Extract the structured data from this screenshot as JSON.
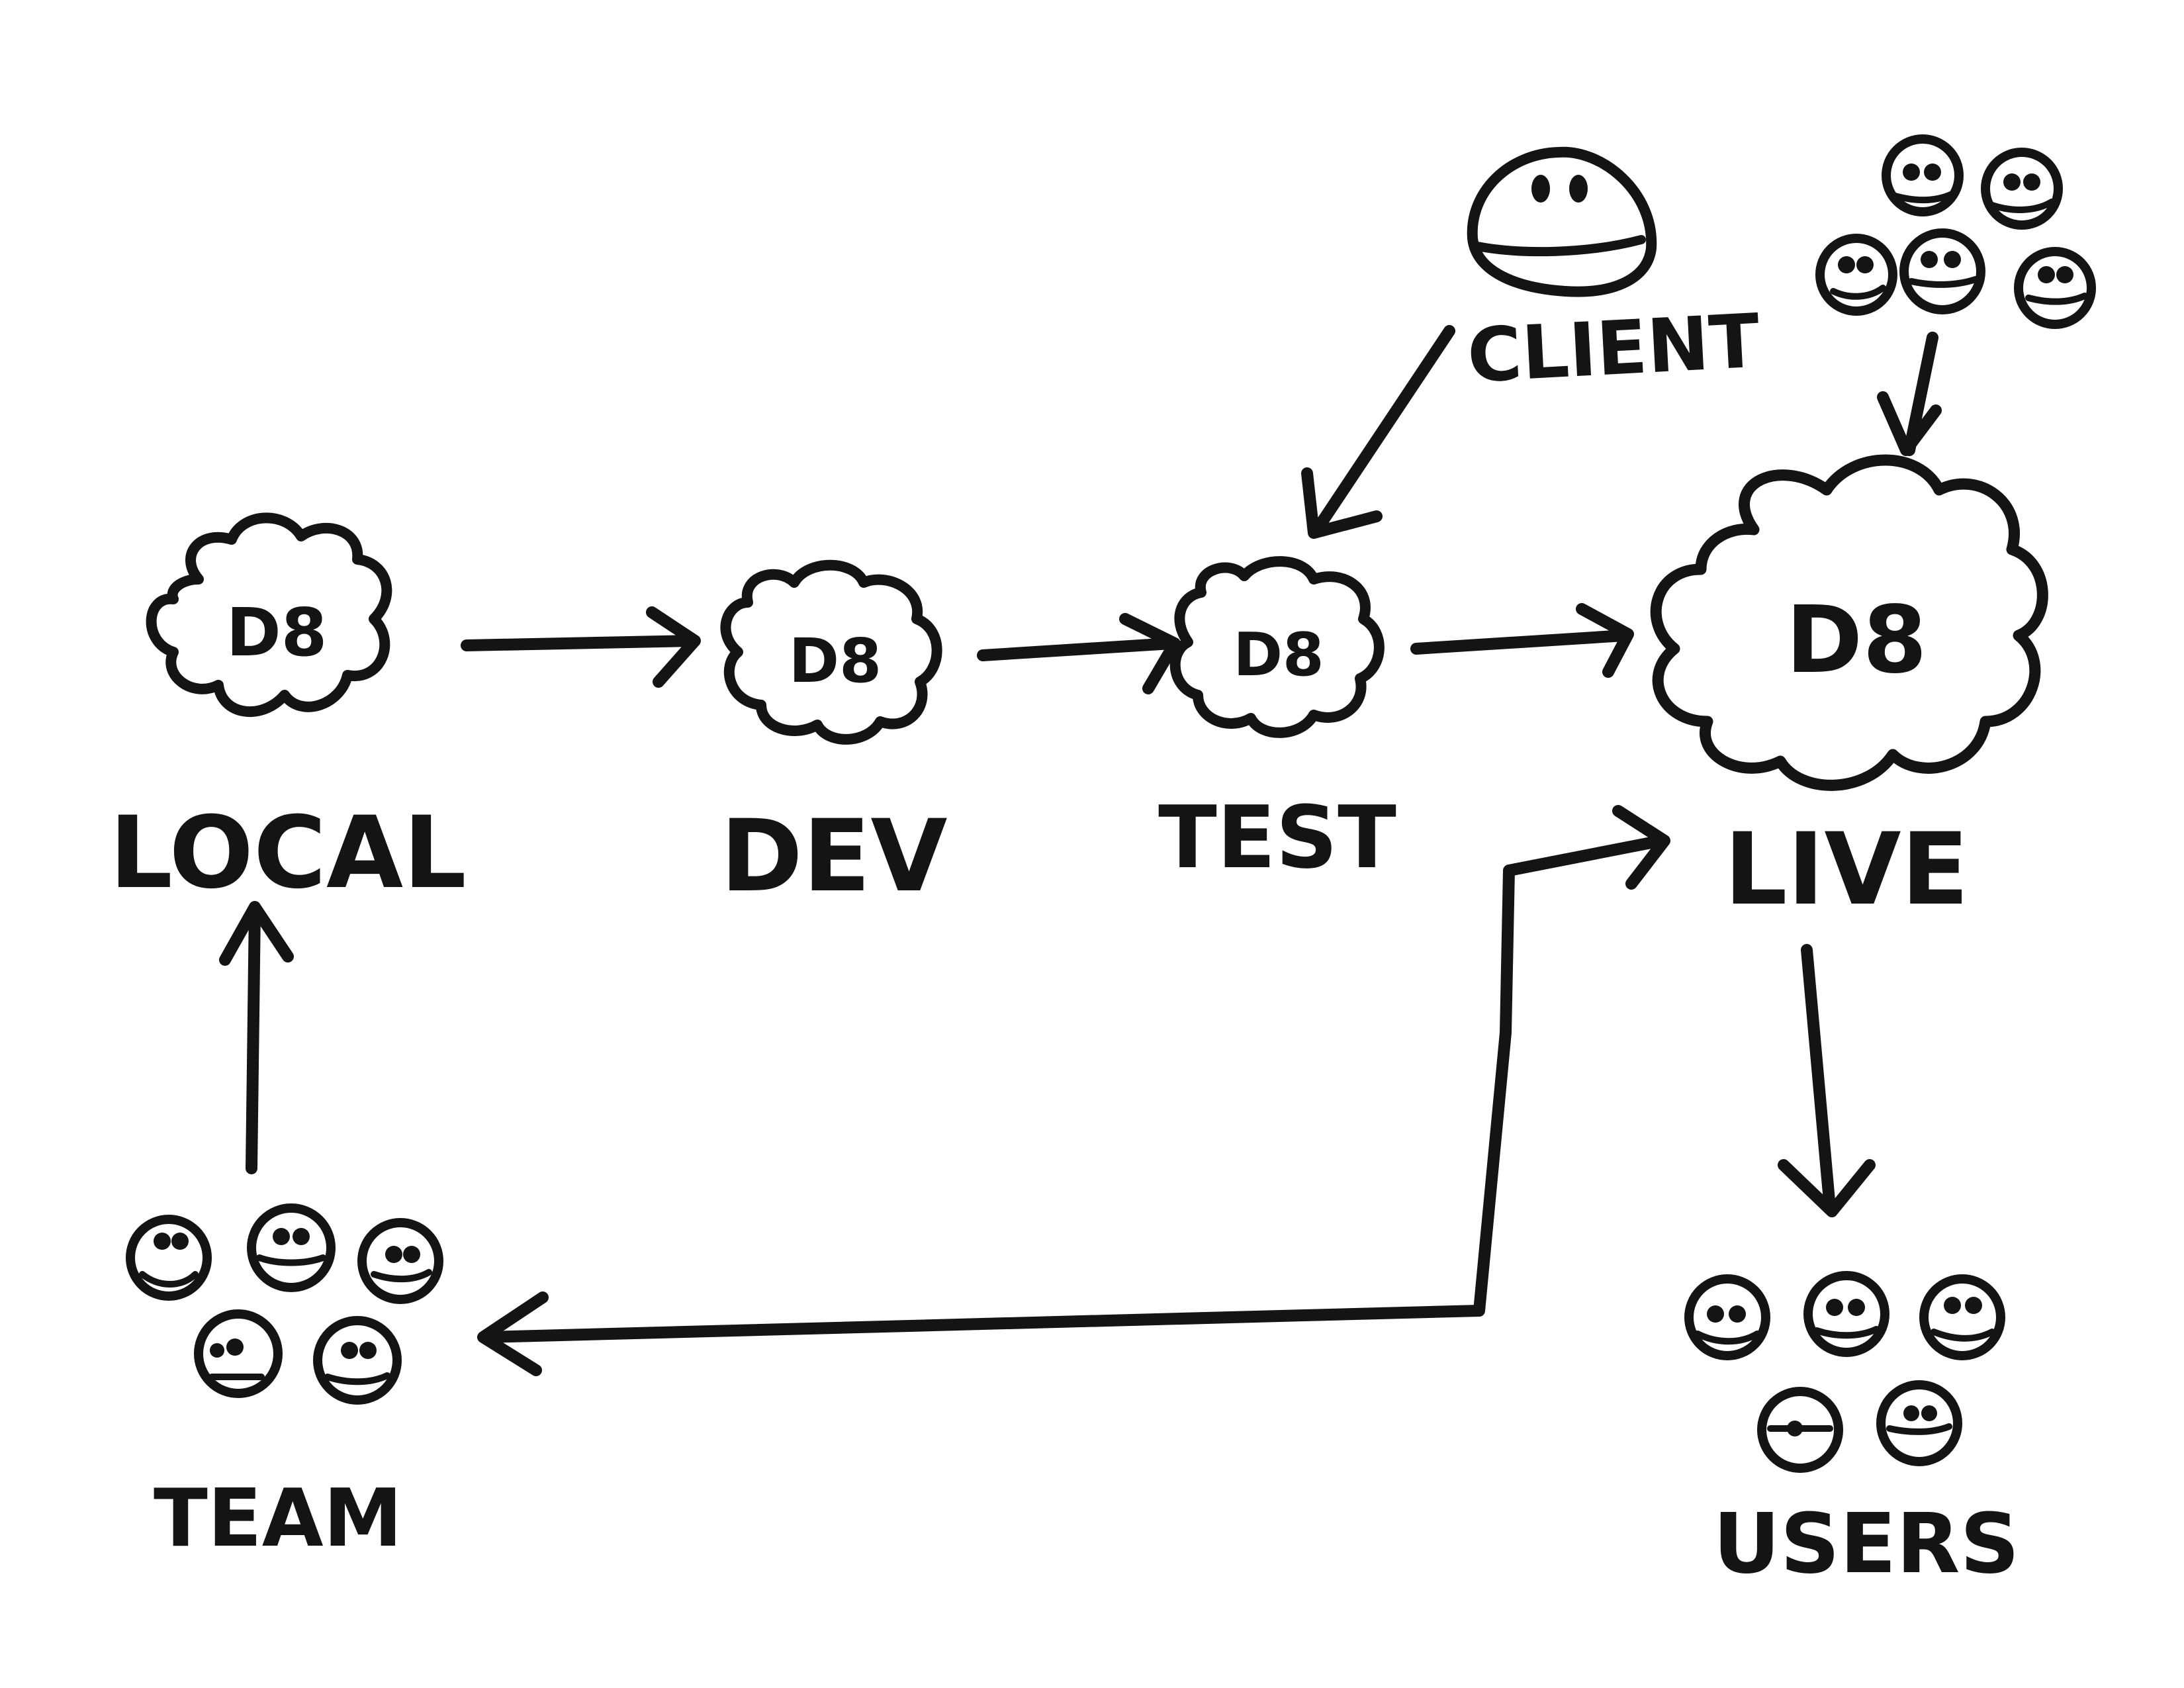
{
  "environments": [
    {
      "key": "local",
      "badge": "D8",
      "label": "LOCAL"
    },
    {
      "key": "dev",
      "badge": "D8",
      "label": "DEV"
    },
    {
      "key": "test",
      "badge": "D8",
      "label": "TEST"
    },
    {
      "key": "live",
      "badge": "D8",
      "label": "LIVE"
    }
  ],
  "actors": {
    "client": "CLIENT",
    "team": "TEAM",
    "users": "USERS"
  },
  "colors": {
    "ink": "#141414",
    "paper": "#ffffff"
  }
}
